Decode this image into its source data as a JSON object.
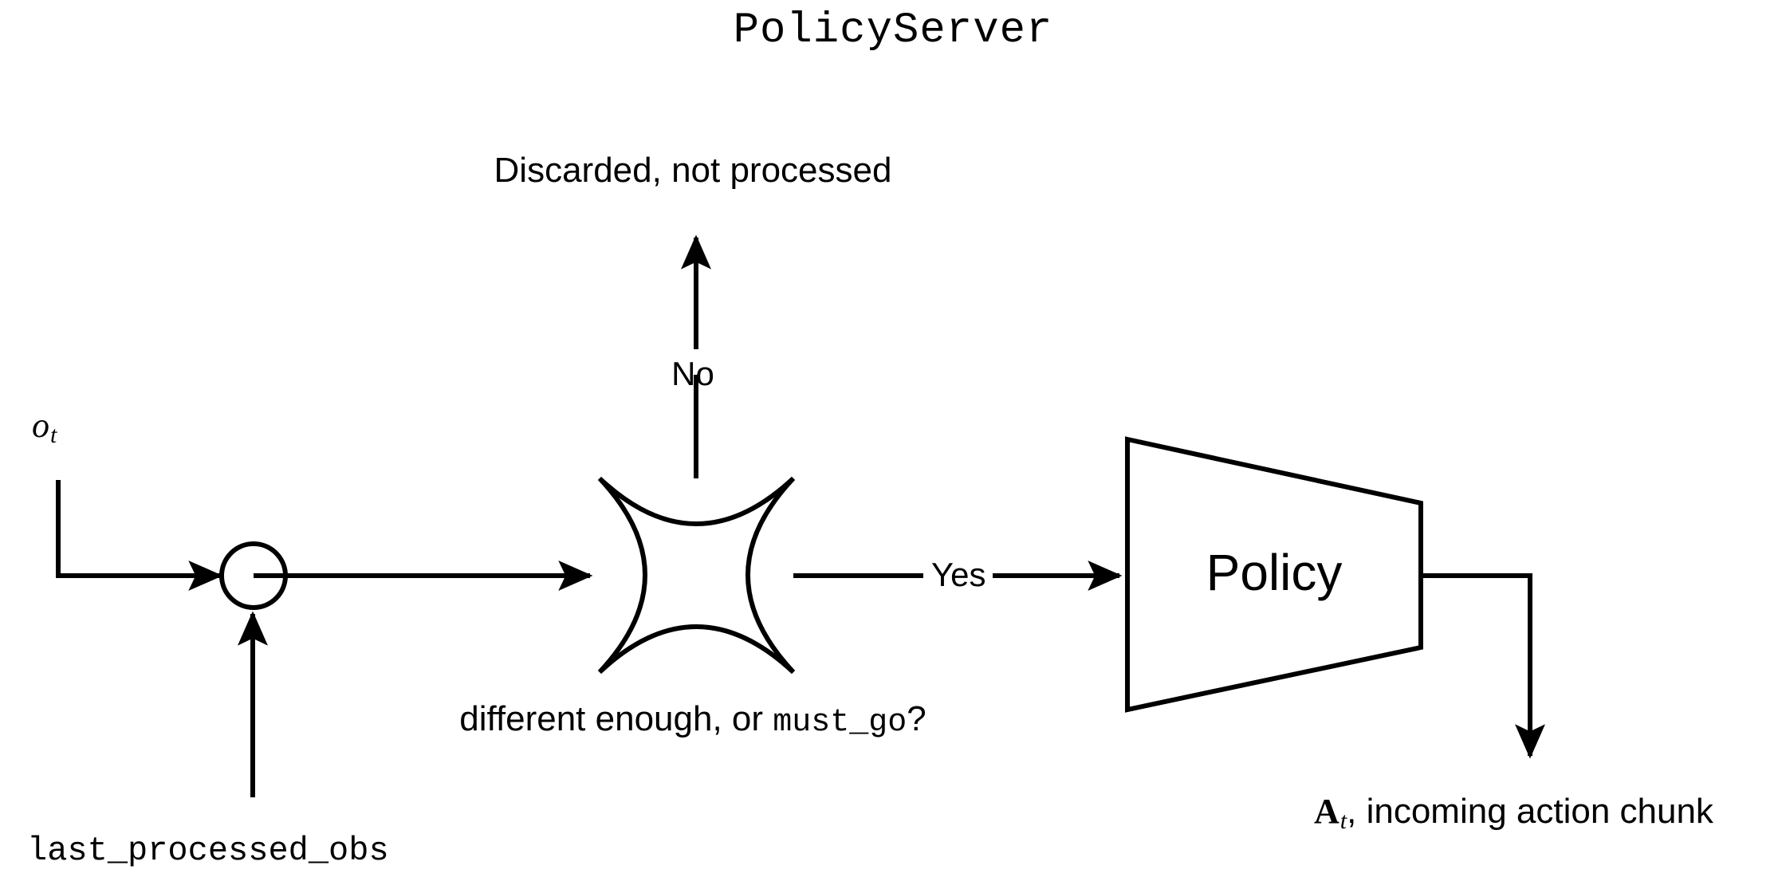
{
  "diagram": {
    "title": "PolicyServer",
    "nodes": {
      "merge_circle": "merge-node",
      "decision": {
        "shape": "concave-star",
        "caption_prefix": "different enough, or ",
        "caption_code": "must_go",
        "caption_suffix": "?"
      },
      "policy": {
        "shape": "trapezoid",
        "label": "Policy"
      }
    },
    "labels": {
      "discarded": "Discarded, not processed",
      "observation_symbol": "o",
      "observation_subscript": "t",
      "last_processed_obs": "last_processed_obs",
      "action_symbol": "A",
      "action_subscript": "t",
      "action_text": ", incoming action chunk"
    },
    "edges": {
      "no_label": "No",
      "yes_label": "Yes"
    },
    "colors": {
      "stroke": "#000000",
      "background": "#ffffff",
      "text": "#000000"
    }
  }
}
